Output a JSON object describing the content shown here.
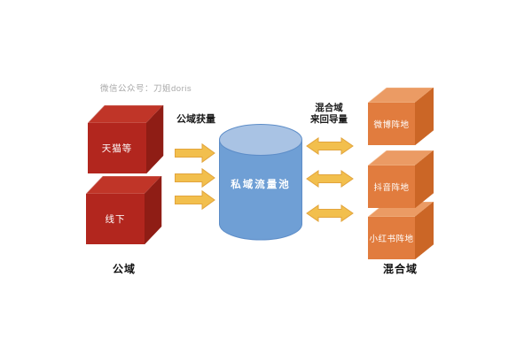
{
  "watermark": "微信公众号：刀姐doris",
  "public_domain": {
    "caption": "公域",
    "cubes": [
      {
        "label": "天猫等"
      },
      {
        "label": "线下"
      }
    ]
  },
  "acquisition_flow": {
    "label": "公域获量"
  },
  "private_pool": {
    "label": "私域流量池"
  },
  "mixed_flow": {
    "line1": "混合域",
    "line2": "来回导量"
  },
  "mixed_domain": {
    "caption": "混合域",
    "cubes": [
      {
        "label": "微博阵地"
      },
      {
        "label": "抖音阵地"
      },
      {
        "label": "小红书阵地"
      }
    ]
  },
  "colors": {
    "red_cube_front": "#B2261E",
    "red_cube_top": "#C03528",
    "red_cube_side": "#8F1D15",
    "orange_cube_front": "#E17C3E",
    "orange_cube_top": "#EB9B64",
    "orange_cube_side": "#CB6626",
    "cylinder_body": "#6F9FD5",
    "cylinder_top": "#A9C3E4",
    "cylinder_outline": "#5D8DC8",
    "arrow_fill": "#F2BF4D",
    "arrow_outline": "#E2A43C",
    "caption_text": "#1A1A1A",
    "watermark_text": "#A9A9A9"
  }
}
